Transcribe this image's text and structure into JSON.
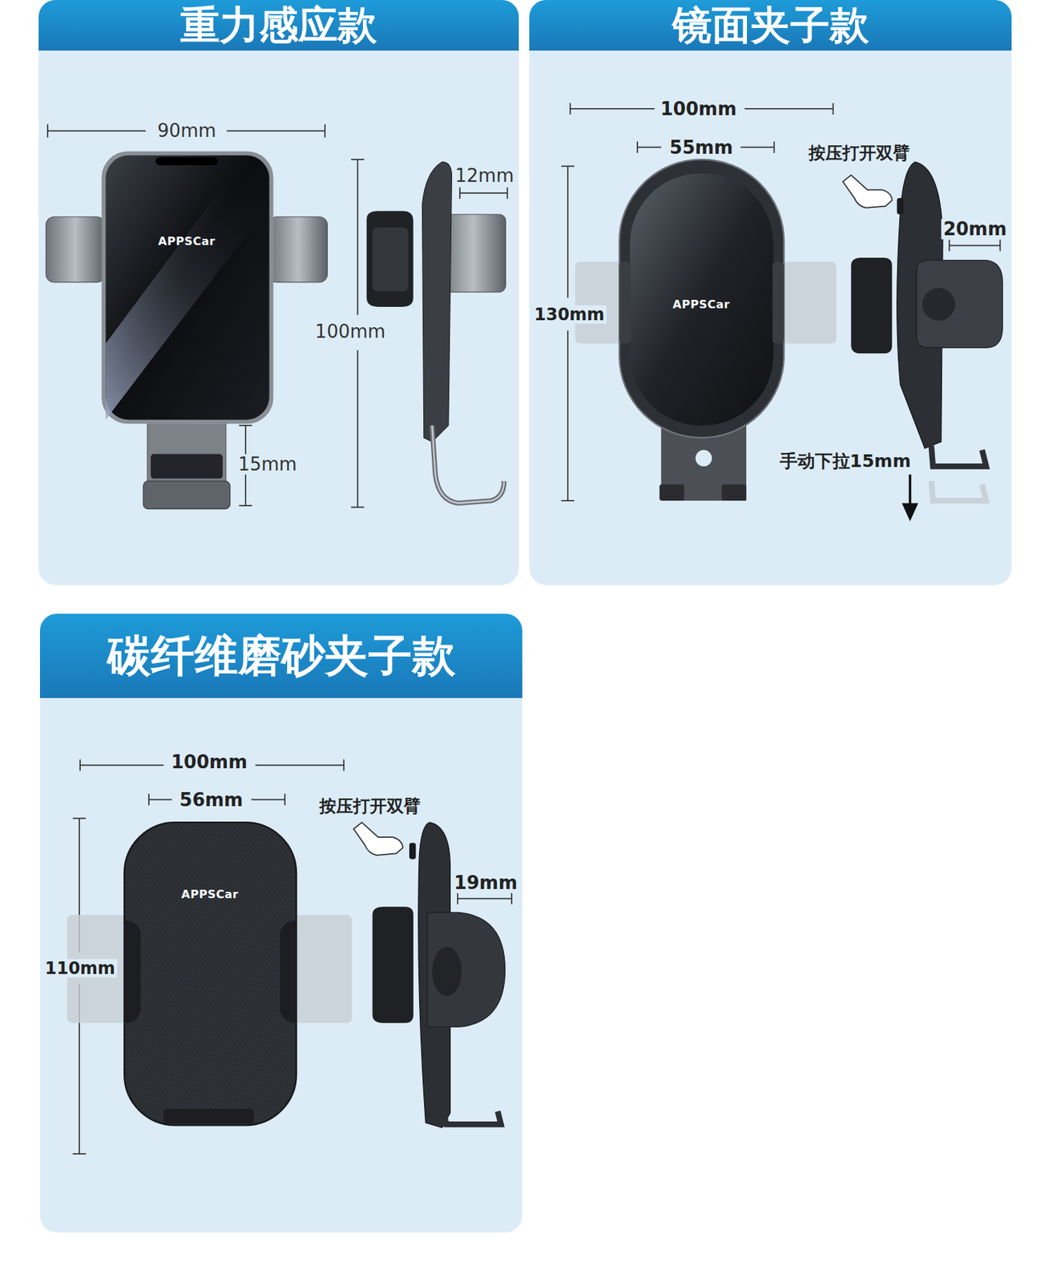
{
  "diagram": {
    "nodes": [
      {
        "text": [
          "重力感应款"
        ]
      },
      {
        "text": [
          "镜面夹子款"
        ]
      },
      {
        "text": [
          "碳纤维磨砂夹子款"
        ]
      }
    ],
    "labels": [
      "90mm",
      "APPSCar",
      "12mm",
      "100mm",
      "15mm",
      "100mm",
      "55mm",
      "按压打开双臂",
      "20mm",
      "130mm",
      "APPSCar",
      "手动下拉15mm",
      "100mm",
      "56mm",
      "按压打开双臂",
      "19mm",
      "APPSCar",
      "110mm"
    ]
  }
}
